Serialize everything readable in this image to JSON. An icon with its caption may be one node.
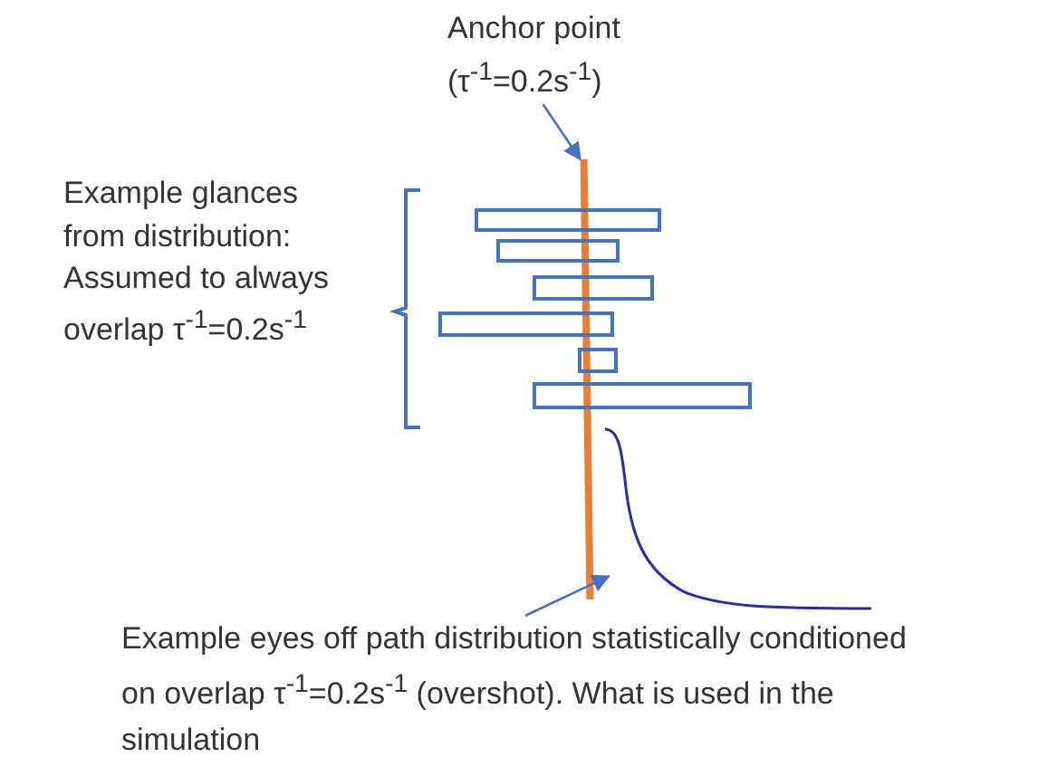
{
  "diagram": {
    "nodes": [
      {
        "text": [
          "Anchor point (τ$^{-1}$=0.2s$^{-1}$)"
        ]
      },
      {
        "text": [],
        "shape": "line"
      },
      {
        "text": [
          "Example glances from distribution: Assumed to always overlap τ$^{-1}$=0.2s$^{-1}$"
        ]
      },
      {
        "text": [],
        "shape": "box"
      },
      {
        "text": [],
        "shape": "box"
      },
      {
        "text": [],
        "shape": "box"
      },
      {
        "text": [],
        "shape": "box"
      },
      {
        "text": [],
        "shape": "box"
      },
      {
        "text": [],
        "shape": "box"
      },
      {
        "text": [
          "Example eyes off path distribution statistically conditioned on overlap τ$^{-1}$=0.2s$^{-1}$ (overshot). What is used in the simulation"
        ]
      },
      {
        "text": [],
        "shape": "curve"
      }
    ],
    "edges": [
      {
        "from": 0,
        "to": 1,
        "arrow": "to"
      },
      {
        "from": 9,
        "to": 10,
        "arrow": "to"
      }
    ]
  }
}
